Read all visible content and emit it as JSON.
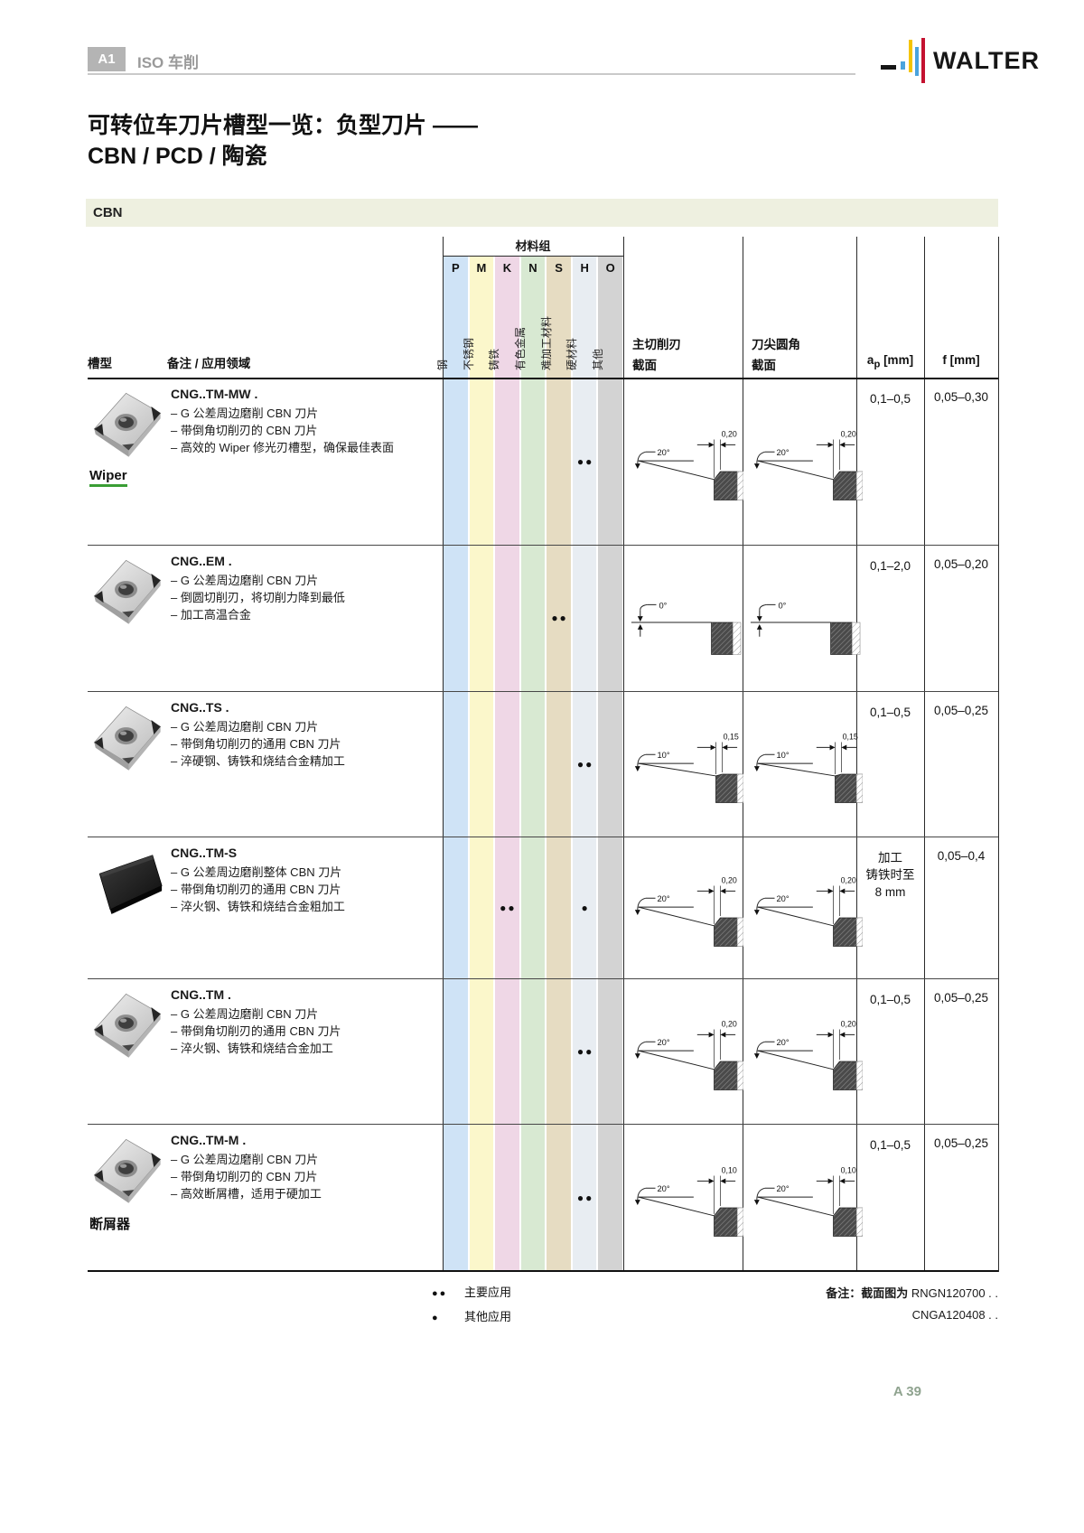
{
  "page": {
    "badge": "A1",
    "section": "ISO 车削",
    "brand": "WALTER",
    "title_line1": "可转位车刀片槽型一览：负型刀片 ——",
    "title_line2": "CBN / PCD / 陶瓷",
    "category": "CBN",
    "page_number": "A 39"
  },
  "colors": {
    "walter_green": "#3a9e35",
    "logo_yellow": "#f5c400",
    "logo_blue": "#4aa3dd",
    "logo_red": "#c41230",
    "category_bar": "#eef0e0"
  },
  "table": {
    "material_group_header": "材料组",
    "materials": [
      {
        "code": "P",
        "label": "钢",
        "color": "#cfe3f6"
      },
      {
        "code": "M",
        "label": "不锈钢",
        "color": "#fbf7cb"
      },
      {
        "code": "K",
        "label": "铸铁",
        "color": "#efd7e6"
      },
      {
        "code": "N",
        "label": "有色金属",
        "color": "#d8e9d2"
      },
      {
        "code": "S",
        "label": "难加工材料",
        "color": "#e6dcc2"
      },
      {
        "code": "H",
        "label": "硬材料",
        "color": "#e8edf2"
      },
      {
        "code": "O",
        "label": "其他",
        "color": "#d3d3d3"
      }
    ],
    "col_groove": "槽型",
    "col_notes": "备注 / 应用领域",
    "col_main_edge": "主切削刃",
    "col_nose": "刀尖圆角",
    "col_section": "截面",
    "col_ap_a": "a",
    "col_ap_sub": "p",
    "col_ap_unit": " [mm]",
    "col_f": "f [mm]"
  },
  "rows": [
    {
      "title": "CNG..TM-MW .",
      "image_label": "Wiper",
      "label_underline": true,
      "insert": "gray",
      "bullets": [
        "– G 公差周边磨削 CBN 刀片",
        "– 带倒角切削刃的 CBN 刀片",
        "– 高效的 Wiper 修光刃槽型，确保最佳表面"
      ],
      "dots": {
        "H": 2
      },
      "diagram": {
        "angle": "20°",
        "chamfer": "0,20"
      },
      "ap": "0,1–0,5",
      "f": "0,05–0,30"
    },
    {
      "title": "CNG..EM .",
      "image_label": "",
      "insert": "gray",
      "bullets": [
        "– G 公差周边磨削 CBN 刀片",
        "– 倒圆切削刃，将切削力降到最低",
        "– 加工高温合金"
      ],
      "dots": {
        "S": 2
      },
      "diagram": {
        "angle": "0°"
      },
      "ap": "0,1–2,0",
      "f": "0,05–0,20"
    },
    {
      "title": "CNG..TS .",
      "image_label": "",
      "insert": "gray",
      "bullets": [
        "– G 公差周边磨削 CBN 刀片",
        "– 带倒角切削刃的通用 CBN 刀片",
        "– 淬硬钢、铸铁和烧结合金精加工"
      ],
      "dots": {
        "H": 2
      },
      "diagram": {
        "angle": "10°",
        "chamfer": "0,15"
      },
      "ap": "0,1–0,5",
      "f": "0,05–0,25"
    },
    {
      "title": "CNG..TM-S",
      "image_label": "",
      "insert": "black",
      "bullets": [
        "– G 公差周边磨削整体 CBN 刀片",
        "– 带倒角切削刃的通用 CBN 刀片",
        "– 淬火钢、铸铁和烧结合金粗加工"
      ],
      "dots": {
        "K": 2,
        "H": 1
      },
      "diagram": {
        "angle": "20°",
        "chamfer": "0,20"
      },
      "ap": "加工\n铸铁时至\n8 mm",
      "f": "0,05–0,4"
    },
    {
      "title": "CNG..TM .",
      "image_label": "",
      "insert": "gray",
      "bullets": [
        "– G 公差周边磨削 CBN 刀片",
        "– 带倒角切削刃的通用 CBN 刀片",
        "– 淬火钢、铸铁和烧结合金加工"
      ],
      "dots": {
        "H": 2
      },
      "diagram": {
        "angle": "20°",
        "chamfer": "0,20"
      },
      "ap": "0,1–0,5",
      "f": "0,05–0,25"
    },
    {
      "title": "CNG..TM-M .",
      "image_label": "断屑器",
      "insert": "gray",
      "bullets": [
        "– G 公差周边磨削 CBN 刀片",
        "– 带倒角切削刃的 CBN 刀片",
        "– 高效断屑槽，适用于硬加工"
      ],
      "dots": {
        "H": 2
      },
      "diagram": {
        "angle": "20°",
        "chamfer": "0,10"
      },
      "ap": "0,1–0,5",
      "f": "0,05–0,25"
    }
  ],
  "legend": {
    "dots_main": "●●",
    "main": "主要应用",
    "dots_other": "●",
    "other": "其他应用"
  },
  "footnote": {
    "label": "备注：截面图为",
    "code1": "RNGN120700 . .",
    "code2": "CNGA120408 . ."
  }
}
